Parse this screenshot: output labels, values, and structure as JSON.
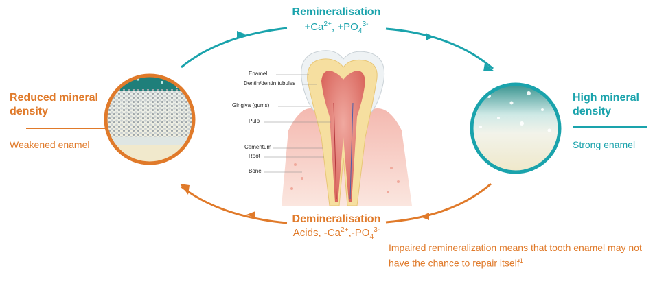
{
  "remineralisation": {
    "title": "Remineralisation",
    "formula_prefix": "+Ca",
    "ca_charge": "2+",
    "formula_mid": ", +PO",
    "po_subscript": "4",
    "po_charge": "3-"
  },
  "demineralisation": {
    "title": "Demineralisation",
    "formula_prefix": "Acids, -Ca",
    "ca_charge": "2+",
    "formula_mid": ",-PO",
    "po_subscript": "4",
    "po_charge": "3-"
  },
  "left_panel": {
    "heading_line1": "Reduced mineral",
    "heading_line2": "density",
    "subheading": "Weakened enamel"
  },
  "right_panel": {
    "heading_line1": "High mineral",
    "heading_line2": "density",
    "subheading": "Strong enamel"
  },
  "tooth_labels": {
    "enamel": "Enamel",
    "dentin": "Dentin/dentin tubules",
    "gingiva": "Gingiva (gums)",
    "pulp": "Pulp",
    "cementum": "Cementum",
    "root": "Root",
    "bone": "Bone"
  },
  "footnote": {
    "text": "Impaired remineralization means that tooth enamel may not have the chance to repair itself",
    "ref": "1"
  },
  "colors": {
    "teal": "#1aa3ac",
    "orange": "#e07a2a"
  }
}
